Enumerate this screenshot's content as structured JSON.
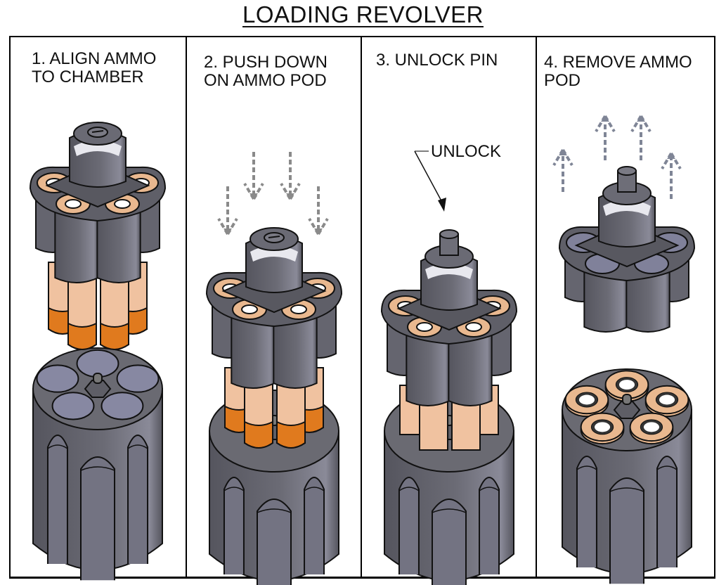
{
  "title": "LOADING REVOLVER",
  "steps": [
    {
      "number": 1,
      "caption": "1. ALIGN AMMO\nTO CHAMBER",
      "state": "pod-above-cylinder",
      "arrows": "none"
    },
    {
      "number": 2,
      "caption": "2. PUSH DOWN\nON AMMO POD",
      "state": "pod-inserted",
      "arrows": "down"
    },
    {
      "number": 3,
      "caption": "3. UNLOCK PIN",
      "state": "pod-inserted",
      "arrows": "none",
      "callout": "UNLOCK"
    },
    {
      "number": 4,
      "caption": "4. REMOVE AMMO\nPOD",
      "state": "pod-removed-ammo-left",
      "arrows": "up"
    }
  ],
  "colors": {
    "body_gray": "#6b6b75",
    "body_dark": "#55555e",
    "body_light": "#8a8a98",
    "highlight": "#e8e8ee",
    "casing": "#f0c2a0",
    "tip": "#e07a1e",
    "rim": "#e9b88f",
    "primer": "#ffffff",
    "arrow": "#8a8a8a",
    "arrow_up": "#7f8596",
    "outline": "#111111"
  }
}
